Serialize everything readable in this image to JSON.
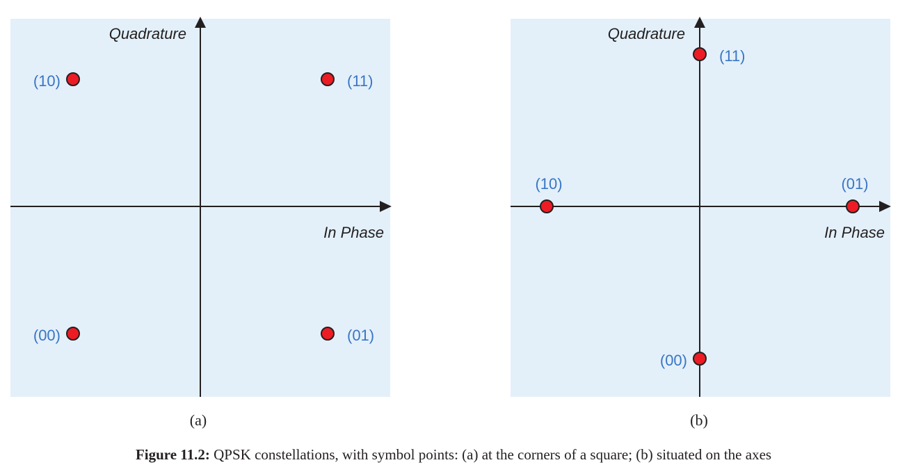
{
  "figure": {
    "caption_label": "Figure 11.2:",
    "caption_text": " QPSK constellations, with symbol points: (a) at the corners of a square; (b) situated on the axes"
  },
  "colors": {
    "panel_bg": "#e3f0fa",
    "point_fill": "#ed1c24",
    "label": "#3a75c4",
    "axis": "#231f20"
  },
  "panels": [
    {
      "sublabel": "(a)",
      "y_axis_label": "Quadrature",
      "x_axis_label": "In Phase",
      "points": [
        {
          "label": "(10)",
          "i": -1,
          "q": 1
        },
        {
          "label": "(11)",
          "i": 1,
          "q": 1
        },
        {
          "label": "(00)",
          "i": -1,
          "q": -1
        },
        {
          "label": "(01)",
          "i": 1,
          "q": -1
        }
      ]
    },
    {
      "sublabel": "(b)",
      "y_axis_label": "Quadrature",
      "x_axis_label": "In Phase",
      "points": [
        {
          "label": "(11)",
          "i": 0,
          "q": 1
        },
        {
          "label": "(10)",
          "i": -1,
          "q": 0
        },
        {
          "label": "(01)",
          "i": 1,
          "q": 0
        },
        {
          "label": "(00)",
          "i": 0,
          "q": -1
        }
      ]
    }
  ]
}
